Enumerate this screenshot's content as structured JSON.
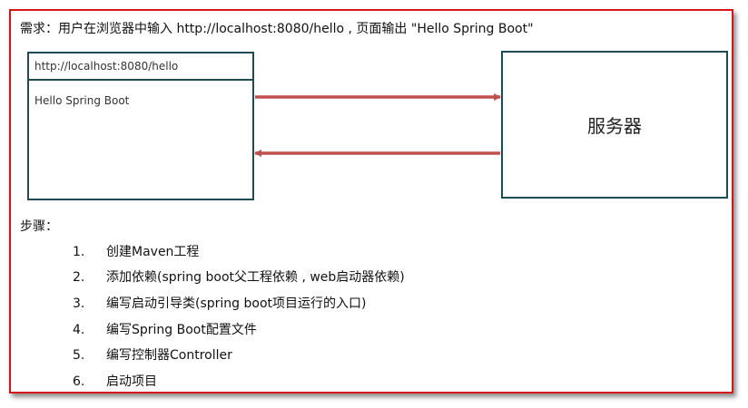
{
  "requirement": "需求：用户在浏览器中输入 http://localhost:8080/hello , 页面输出 \"Hello Spring Boot\"",
  "browser": {
    "url": "http://localhost:8080/hello",
    "output": "Hello Spring Boot"
  },
  "server": {
    "label": "服务器"
  },
  "colors": {
    "frame_border": "#d9141b",
    "box_border": "#1e4a52",
    "arrow": "#c0504d"
  },
  "steps_title": "步骤：",
  "steps": [
    {
      "num": "1.",
      "text": "创建Maven工程"
    },
    {
      "num": "2.",
      "text": "添加依赖(spring boot父工程依赖 , web启动器依赖)"
    },
    {
      "num": "3.",
      "text": "编写启动引导类(spring boot项目运行的入口)"
    },
    {
      "num": "4.",
      "text": "编写Spring Boot配置文件"
    },
    {
      "num": "5.",
      "text": "编写控制器Controller"
    },
    {
      "num": "6.",
      "text": "启动项目"
    }
  ]
}
